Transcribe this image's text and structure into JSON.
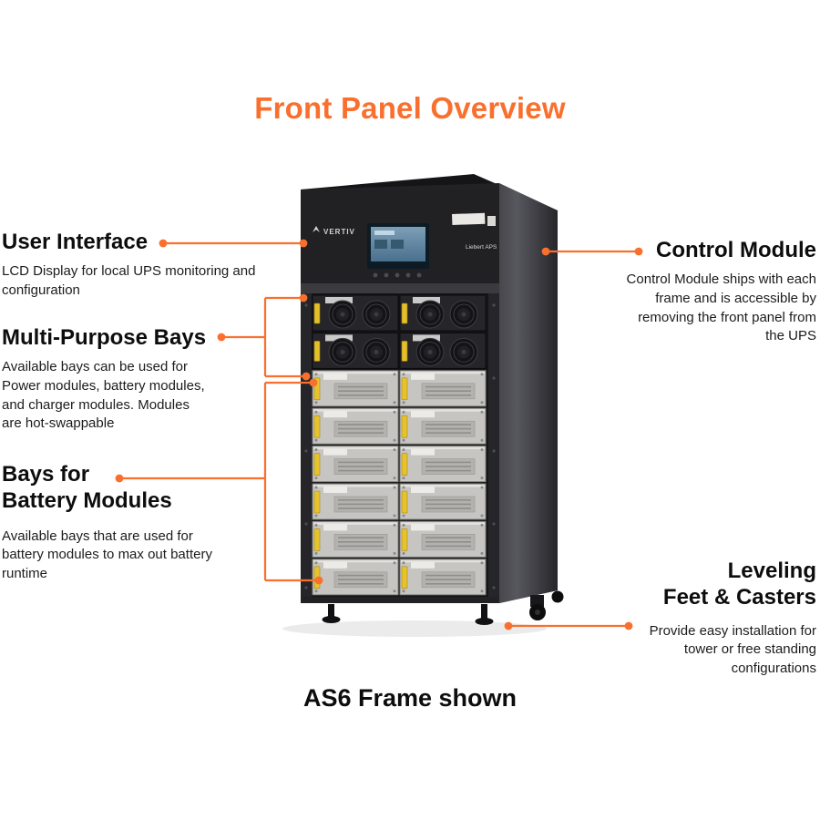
{
  "title": "Front Panel Overview",
  "caption": "AS6 Frame shown",
  "colors": {
    "accent": "#F9702E"
  },
  "device": {
    "brand": "VERTIV",
    "model": "Liebert APS"
  },
  "callouts": {
    "user_interface": {
      "heading": "User Interface",
      "body": "LCD Display for local UPS monitoring and configuration"
    },
    "multi_purpose_bays": {
      "heading": "Multi-Purpose Bays",
      "body": "Available bays can be used for Power modules, battery modules, and charger modules. Modules are hot-swappable"
    },
    "battery_bays": {
      "heading_line1": "Bays for",
      "heading_line2": "Battery Modules",
      "body": "Available bays that are used for battery modules to max out battery runtime"
    },
    "control_module": {
      "heading": "Control Module",
      "body": "Control Module ships with each frame and is accessible by removing the front panel from the UPS"
    },
    "leveling": {
      "heading_line1": "Leveling",
      "heading_line2": "Feet & Casters",
      "body": "Provide easy installation for tower or free standing configurations"
    }
  }
}
